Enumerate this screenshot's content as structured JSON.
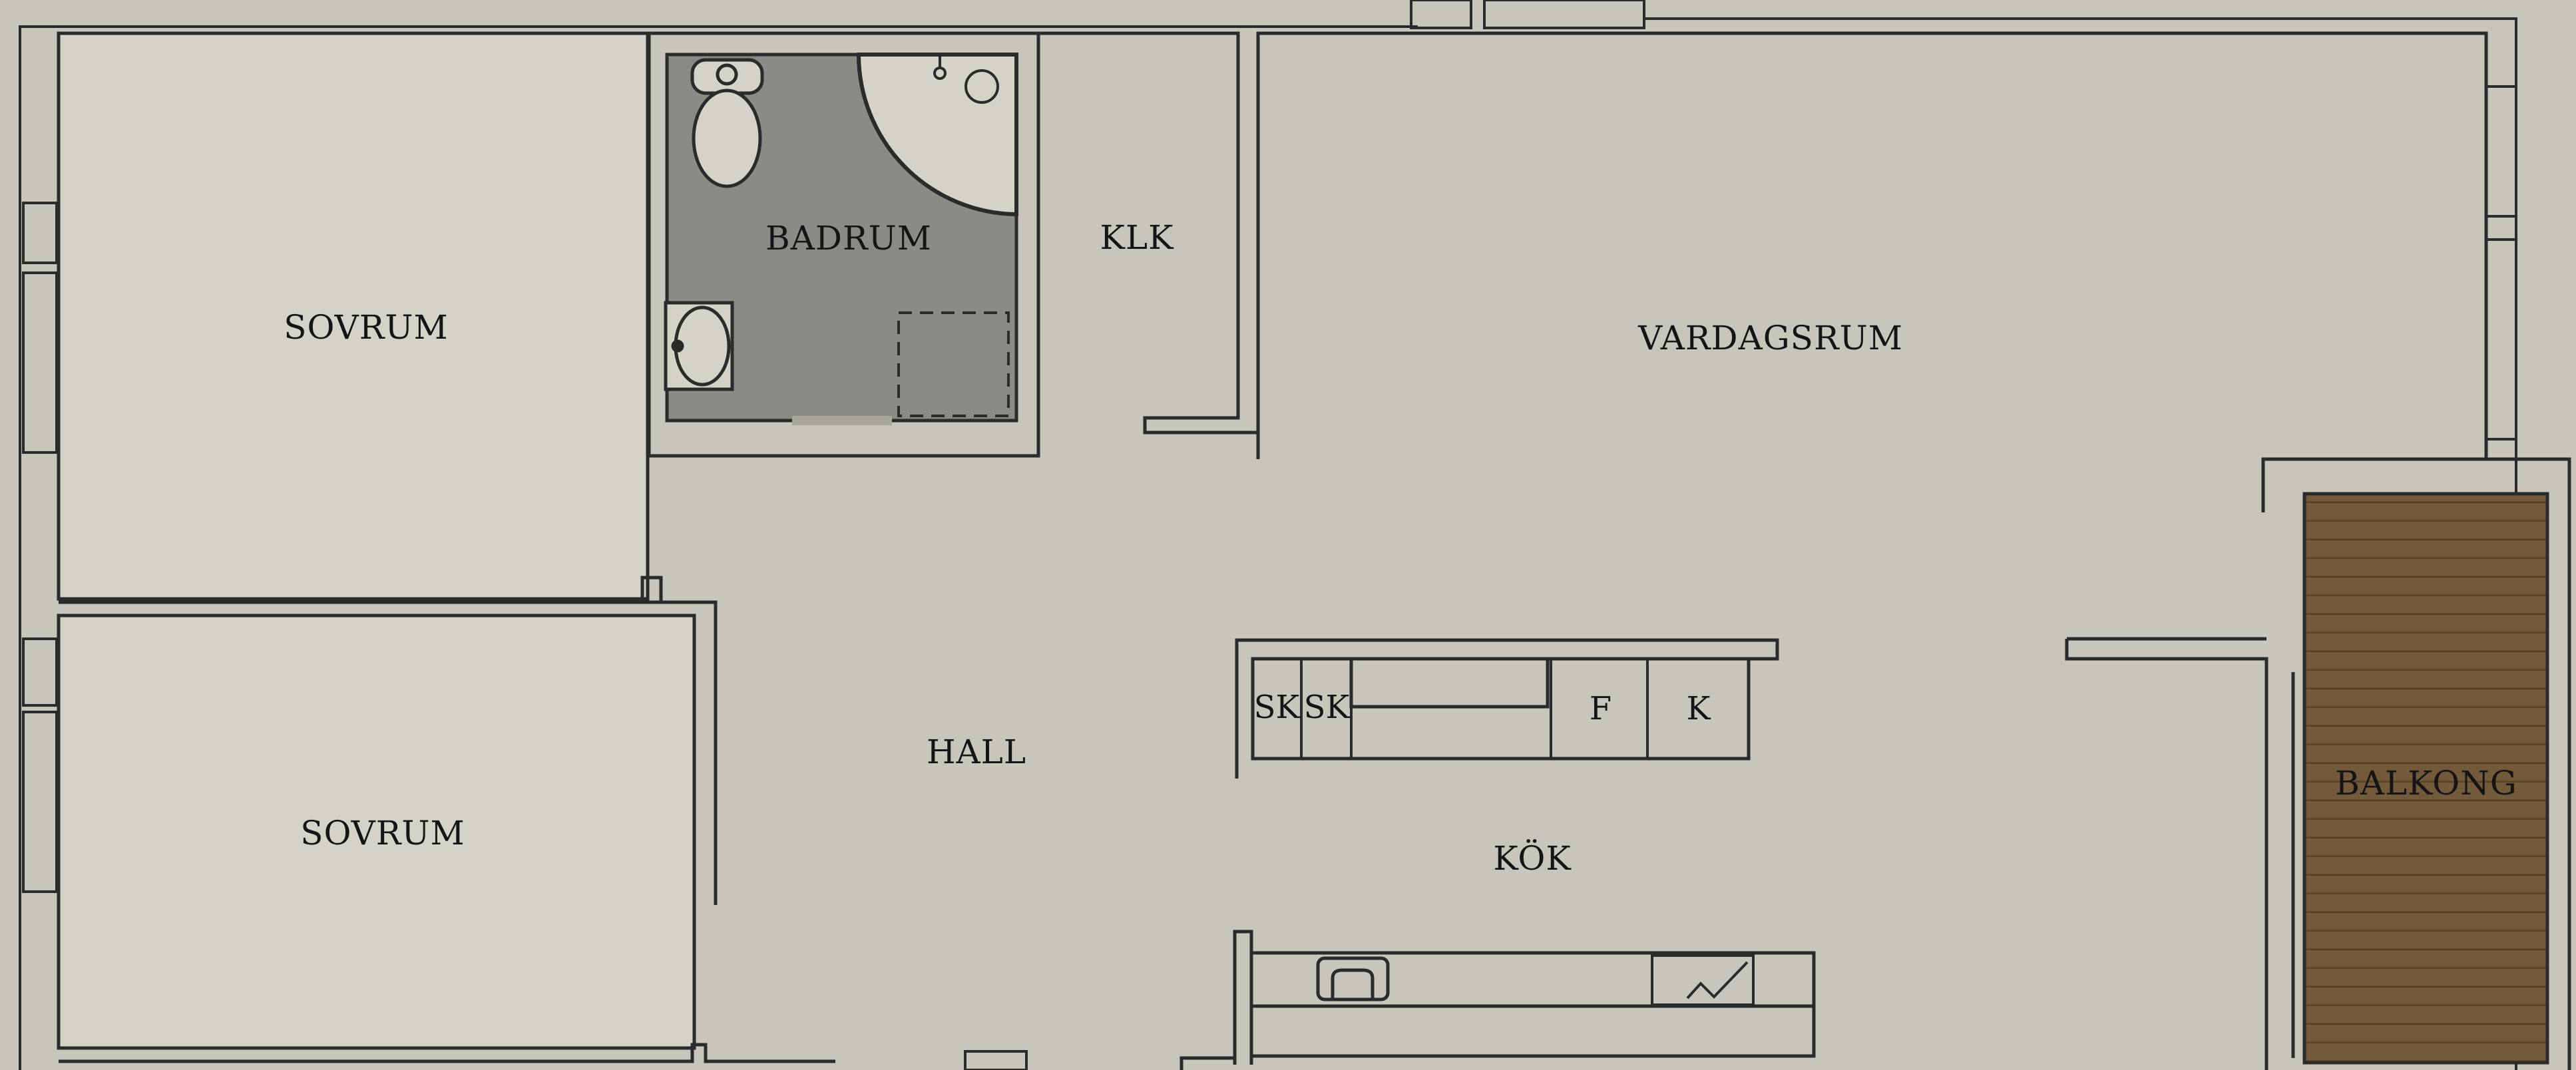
{
  "rooms": {
    "sovrum_top": "SOVRUM",
    "sovrum_bottom": "SOVRUM",
    "badrum": "BADRUM",
    "klk": "KLK",
    "vardagsrum": "VARDAGSRUM",
    "hall": "HALL",
    "kok": "KÖK",
    "balkong": "BALKONG"
  },
  "fixtures": {
    "sk1": "SK",
    "sk2": "SK",
    "fridge": "F",
    "freezer": "K"
  },
  "colors": {
    "background": "#c9c6bc",
    "room_fill": "#d8d5cb",
    "wall_stroke": "#2b2b2b",
    "bathroom_floor": "#8c8a85",
    "balcony_floor": "#735a3a",
    "balcony_lines": "#5a4428"
  }
}
